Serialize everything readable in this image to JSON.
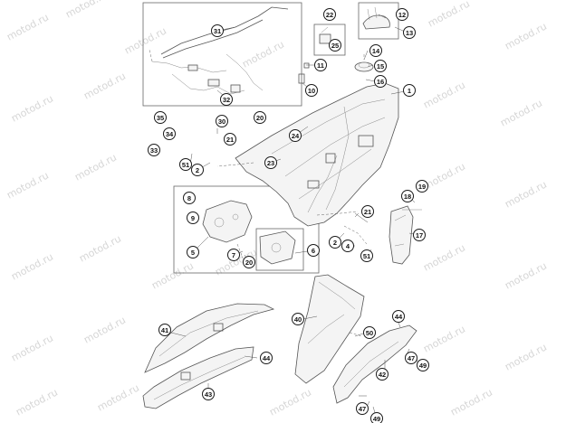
{
  "watermark": {
    "text": "motod.ru"
  },
  "callouts": [
    {
      "label": "1"
    },
    {
      "label": "2"
    },
    {
      "label": "2"
    },
    {
      "label": "4"
    },
    {
      "label": "5"
    },
    {
      "label": "6"
    },
    {
      "label": "7"
    },
    {
      "label": "8"
    },
    {
      "label": "9"
    },
    {
      "label": "10"
    },
    {
      "label": "11"
    },
    {
      "label": "12"
    },
    {
      "label": "13"
    },
    {
      "label": "14"
    },
    {
      "label": "15"
    },
    {
      "label": "16"
    },
    {
      "label": "17"
    },
    {
      "label": "18"
    },
    {
      "label": "19"
    },
    {
      "label": "20"
    },
    {
      "label": "20"
    },
    {
      "label": "21"
    },
    {
      "label": "21"
    },
    {
      "label": "22"
    },
    {
      "label": "23"
    },
    {
      "label": "24"
    },
    {
      "label": "25"
    },
    {
      "label": "30"
    },
    {
      "label": "31"
    },
    {
      "label": "32"
    },
    {
      "label": "33"
    },
    {
      "label": "34"
    },
    {
      "label": "35"
    },
    {
      "label": "40"
    },
    {
      "label": "41"
    },
    {
      "label": "42"
    },
    {
      "label": "43"
    },
    {
      "label": "44"
    },
    {
      "label": "44"
    },
    {
      "label": "47"
    },
    {
      "label": "47"
    },
    {
      "label": "49"
    },
    {
      "label": "49"
    },
    {
      "label": "50"
    },
    {
      "label": "51"
    },
    {
      "label": "51"
    }
  ]
}
